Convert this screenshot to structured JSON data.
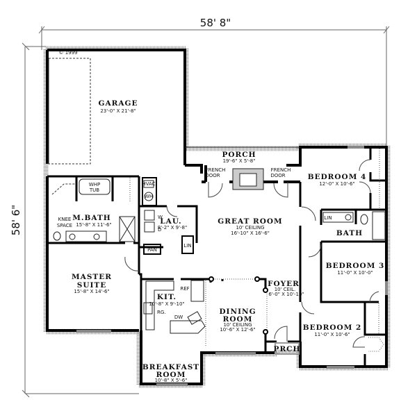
{
  "dimensions": {
    "width": "58' 8\"",
    "depth": "58' 6\""
  },
  "copyright": "© 1999",
  "rooms": {
    "garage": {
      "name": "GARAGE",
      "size": "23'-0\" X 21'-8\""
    },
    "porch": {
      "name": "PORCH",
      "size": "19'-6\" X 5'-8\""
    },
    "great_room": {
      "name": "GREAT ROOM",
      "ceiling": "10' CEILING",
      "size": "16'-10\" X 16'-6\""
    },
    "master_bath": {
      "name": "M.BATH",
      "size": "15'-8\" X 11'-6\""
    },
    "laundry": {
      "name": "LAU.",
      "size": "8'-2\" X 9'-8\""
    },
    "master_suite": {
      "name_line1": "MASTER",
      "name_line2": "SUITE",
      "size": "15'-8\" X 14'-6\""
    },
    "kitchen": {
      "name": "KIT.",
      "size": "10'-8\" X 9'-10\""
    },
    "breakfast": {
      "name_line1": "BREAKFAST",
      "name_line2": "ROOM",
      "size": "10'-8\" X 5'-6\""
    },
    "dining": {
      "name_line1": "DINING",
      "name_line2": "ROOM",
      "ceiling": "10' CEILING",
      "size": "10'-6\" X 12'-6\""
    },
    "foyer": {
      "name": "FOYER",
      "ceiling": "10' CEIL.",
      "size": "6'-0\" X 10'-10\""
    },
    "front_porch": {
      "name": "PRCH"
    },
    "bedroom4": {
      "name": "BEDROOM 4",
      "size": "12'-0\" X 10'-6\""
    },
    "bath": {
      "name": "BATH"
    },
    "bedroom3": {
      "name": "BEDROOM 3",
      "size": "11'-0\" X 10'-0\""
    },
    "bedroom2": {
      "name": "BEDROOM 2",
      "size": "11'-0\" X 10'-6\""
    }
  },
  "fixtures": {
    "whp_tub_line1": "WHP",
    "whp_tub_line2": "TUB",
    "knee_line1": "KNEE",
    "knee_line2": "SPACE",
    "hvac": "HVAC",
    "wh": "WH",
    "washer": "W",
    "dryer": "D",
    "pantry": "PAN",
    "linen": "LIN",
    "linen_bath": "LIN",
    "ref": "REF",
    "range": "RG.",
    "dishwasher": "DW",
    "french_door_left_1": "FRENCH",
    "french_door_left_2": "DOOR",
    "french_door_right_1": "FRENCH",
    "french_door_right_2": "DOOR"
  }
}
